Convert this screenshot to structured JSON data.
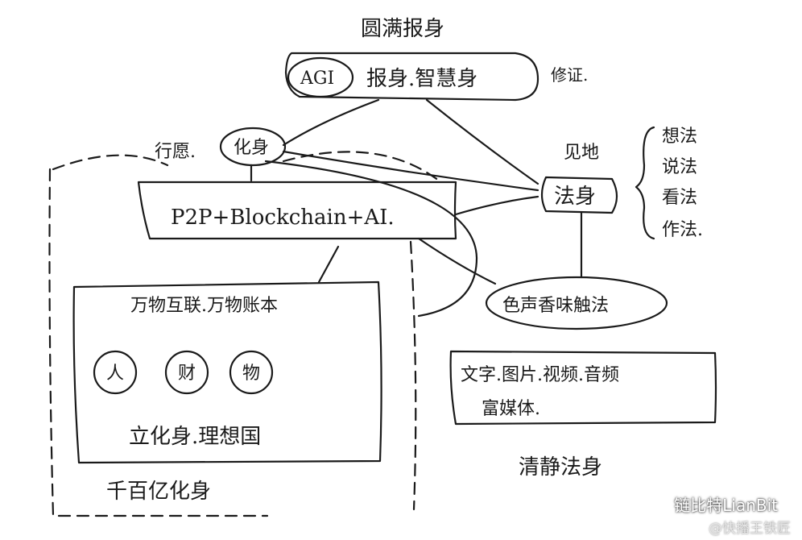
{
  "diagram": {
    "top_title": "圆满报身",
    "agi_label": "AGI",
    "report_body_label": "报身.智慧身",
    "cultivate_label": "修证.",
    "practice_label": "行愿.",
    "avatar_label": "化身",
    "tech_label": "P2P+Blockchain+AI.",
    "view_label": "见地",
    "dharma_body_label": "法身",
    "methods": [
      "想法",
      "说法",
      "看法",
      "作法."
    ],
    "senses_label": "色声香味触法",
    "media_line1": "文字.图片.视频.音频",
    "media_line2": "富媒体.",
    "pure_body_label": "清静法身",
    "interconnect_label": "万物互联.万物账本",
    "circle_people": "人",
    "circle_wealth": "财",
    "circle_things": "物",
    "ideal_label": "立化身.理想国",
    "billions_label": "千百亿化身"
  },
  "watermark": {
    "brand": "链比特LianBit",
    "account": "@快播王铁匠"
  }
}
